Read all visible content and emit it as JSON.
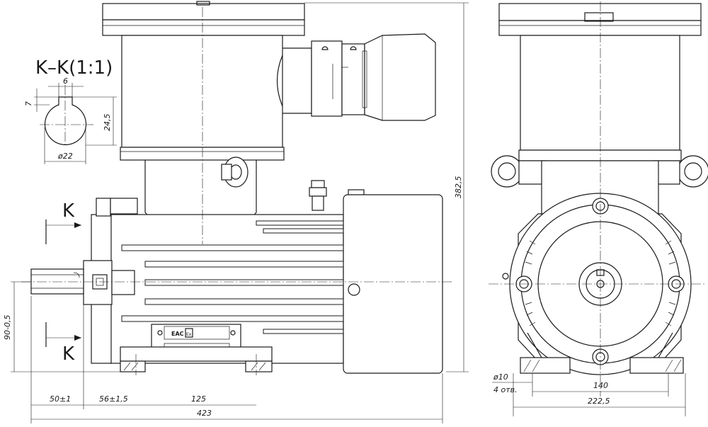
{
  "section_title": "K–K(1:1)",
  "section_marker": "K",
  "dimensions": {
    "key_width": "6",
    "key_depth": "7",
    "shaft_height": "24,5",
    "shaft_diameter": "ø22",
    "shaft_axis_height": "90-0,5",
    "shaft_extension": "50±1",
    "foot_offset": "56±1,5",
    "foot_spacing": "125",
    "overall_length": "423",
    "overall_height": "382,5",
    "hole_diameter": "ø10",
    "hole_count": "4 отв.",
    "foot_width_spacing": "140",
    "overall_width": "222,5"
  },
  "marks": {
    "cert_mark": "EAC",
    "ex_mark": "Ex"
  }
}
